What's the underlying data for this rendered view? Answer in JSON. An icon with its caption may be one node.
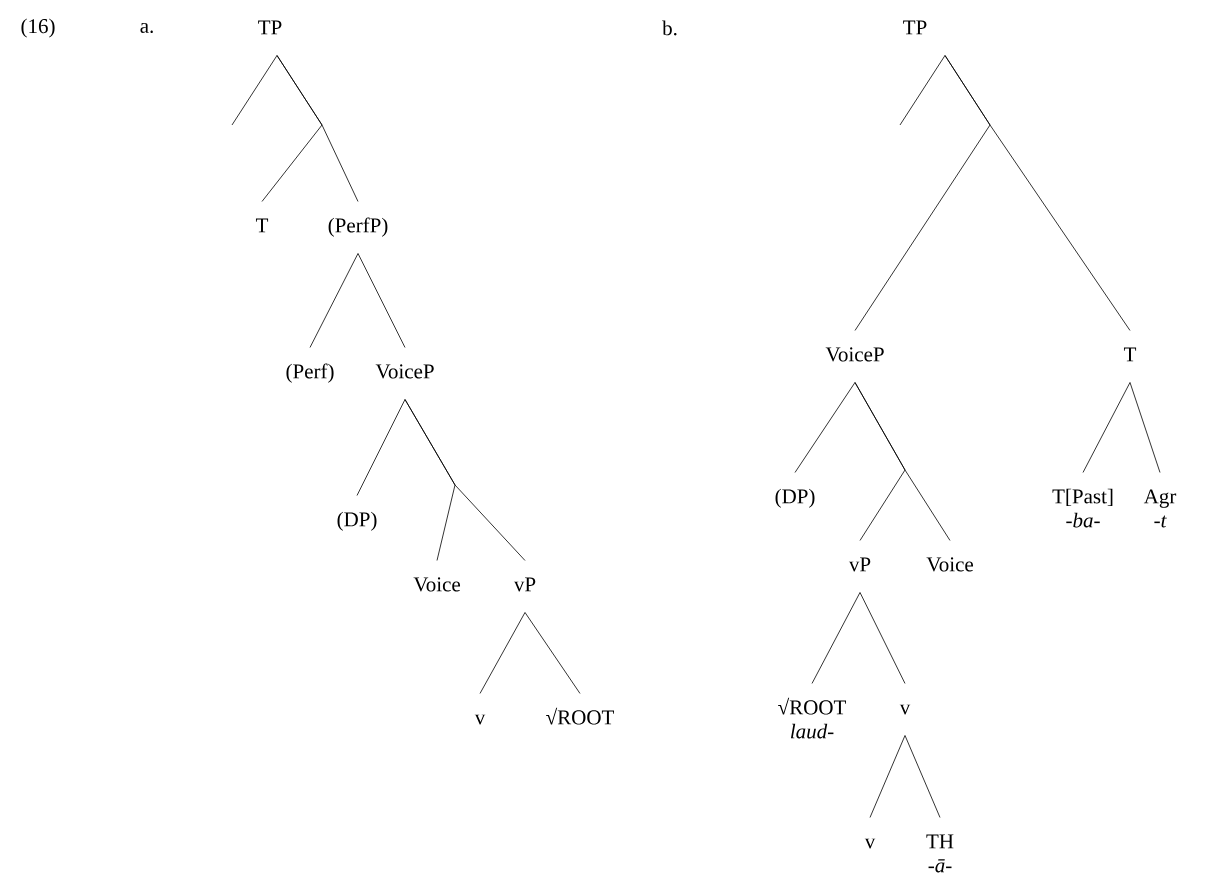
{
  "diagram": {
    "nodes": [
      {
        "text": [
          "TP"
        ]
      },
      {
        "text": [
          "T"
        ]
      },
      {
        "text": [
          "(PerfP)"
        ]
      },
      {
        "text": [
          "(Perf)"
        ]
      },
      {
        "text": [
          "VoiceP"
        ]
      },
      {
        "text": [
          "(DP)"
        ]
      },
      {
        "text": [
          "Voice"
        ]
      },
      {
        "text": [
          "vP"
        ]
      },
      {
        "text": [
          "v"
        ]
      },
      {
        "text": [
          "√ROOT"
        ]
      },
      {
        "text": [
          "TP"
        ]
      },
      {
        "text": [
          "VoiceP"
        ]
      },
      {
        "text": [
          "T"
        ]
      },
      {
        "text": [
          "(DP)"
        ]
      },
      {
        "text": [
          "vP"
        ]
      },
      {
        "text": [
          "Voice"
        ]
      },
      {
        "text": [
          "T[Past]",
          "-ba-"
        ]
      },
      {
        "text": [
          "Agr",
          "-t"
        ]
      },
      {
        "text": [
          "√ROOT",
          "laud-"
        ]
      },
      {
        "text": [
          "v"
        ]
      },
      {
        "text": [
          "v"
        ]
      },
      {
        "text": [
          "TH",
          "-ā-"
        ]
      }
    ],
    "edges": [
      {
        "from": 0,
        "to": null,
        "arrow": "none"
      },
      {
        "from": 0,
        "to": 1,
        "arrow": "none"
      },
      {
        "from": 0,
        "to": 2,
        "arrow": "none"
      },
      {
        "from": 2,
        "to": 3,
        "arrow": "none"
      },
      {
        "from": 2,
        "to": 4,
        "arrow": "none"
      },
      {
        "from": 4,
        "to": 5,
        "arrow": "none"
      },
      {
        "from": 4,
        "to": 6,
        "arrow": "none"
      },
      {
        "from": 4,
        "to": 7,
        "arrow": "none"
      },
      {
        "from": 7,
        "to": 8,
        "arrow": "none"
      },
      {
        "from": 7,
        "to": 9,
        "arrow": "none"
      },
      {
        "from": 10,
        "to": null,
        "arrow": "none"
      },
      {
        "from": 10,
        "to": 11,
        "arrow": "none"
      },
      {
        "from": 10,
        "to": 12,
        "arrow": "none"
      },
      {
        "from": 11,
        "to": 13,
        "arrow": "none"
      },
      {
        "from": 11,
        "to": 14,
        "arrow": "none"
      },
      {
        "from": 11,
        "to": 15,
        "arrow": "none"
      },
      {
        "from": 14,
        "to": 18,
        "arrow": "none"
      },
      {
        "from": 14,
        "to": 19,
        "arrow": "none"
      },
      {
        "from": 19,
        "to": 20,
        "arrow": "none"
      },
      {
        "from": 19,
        "to": 21,
        "arrow": "none"
      },
      {
        "from": 12,
        "to": 16,
        "arrow": "none"
      },
      {
        "from": 12,
        "to": 17,
        "arrow": "none"
      }
    ],
    "labels": [
      "(16)",
      "a.",
      "b."
    ]
  }
}
